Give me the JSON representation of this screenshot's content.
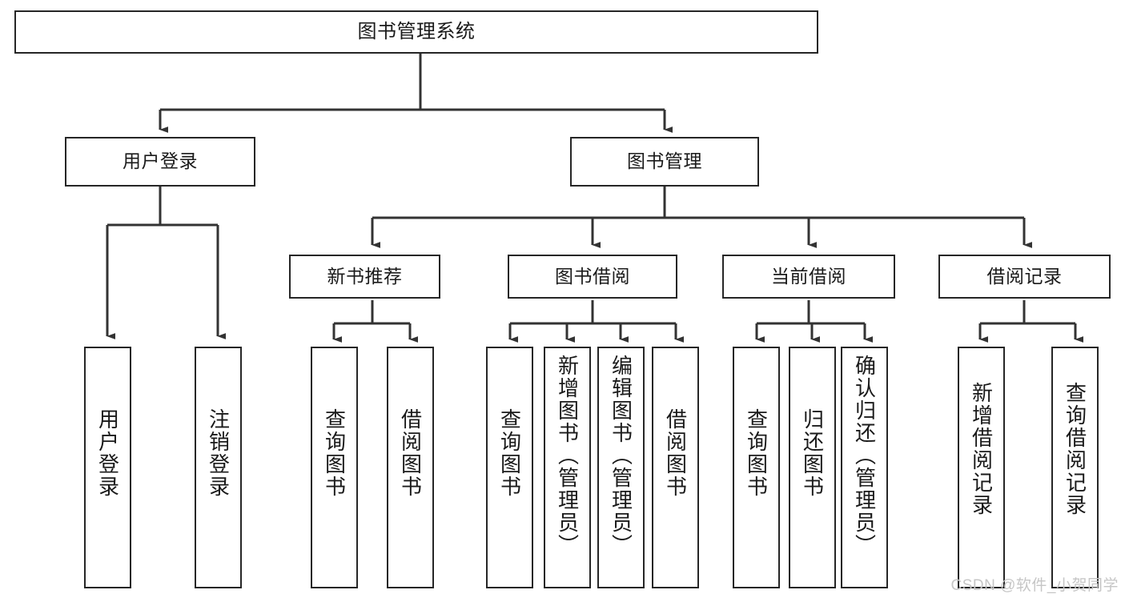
{
  "diagram": {
    "type": "tree-hierarchy",
    "title": "图书管理系统",
    "watermark": "CSDN @软件_小贺同学",
    "colors": {
      "box_border": "#262626",
      "box_fill": "#ffffff",
      "connector": "#262626",
      "text": "#1a1a1a",
      "watermark": "#c6c6c6"
    },
    "nodes": {
      "root": {
        "label": "图书管理系统"
      },
      "level2": [
        {
          "id": "user-login",
          "label": "用户登录"
        },
        {
          "id": "book-manage",
          "label": "图书管理"
        }
      ],
      "level3": [
        {
          "id": "new-book-recommend",
          "label": "新书推荐"
        },
        {
          "id": "book-borrow",
          "label": "图书借阅"
        },
        {
          "id": "current-borrow",
          "label": "当前借阅"
        },
        {
          "id": "borrow-record",
          "label": "借阅记录"
        }
      ],
      "leaves": [
        {
          "id": "leaf-user-login",
          "label": "用户登录",
          "parent": "user-login"
        },
        {
          "id": "leaf-logout",
          "label": "注销登录",
          "parent": "user-login"
        },
        {
          "id": "leaf-query-book-1",
          "label": "查询图书",
          "parent": "new-book-recommend"
        },
        {
          "id": "leaf-borrow-book-1",
          "label": "借阅图书",
          "parent": "new-book-recommend"
        },
        {
          "id": "leaf-query-book-2",
          "label": "查询图书",
          "parent": "book-borrow"
        },
        {
          "id": "leaf-add-book",
          "label": "新增图书（管理员）",
          "parent": "book-borrow"
        },
        {
          "id": "leaf-edit-book",
          "label": "编辑图书（管理员）",
          "parent": "book-borrow"
        },
        {
          "id": "leaf-borrow-book-2",
          "label": "借阅图书",
          "parent": "book-borrow"
        },
        {
          "id": "leaf-query-book-3",
          "label": "查询图书",
          "parent": "current-borrow"
        },
        {
          "id": "leaf-return-book",
          "label": "归还图书",
          "parent": "current-borrow"
        },
        {
          "id": "leaf-confirm-return",
          "label": "确认归还（管理员）",
          "parent": "current-borrow"
        },
        {
          "id": "leaf-add-record",
          "label": "新增借阅记录",
          "parent": "borrow-record"
        },
        {
          "id": "leaf-query-record",
          "label": "查询借阅记录",
          "parent": "borrow-record"
        }
      ]
    }
  }
}
